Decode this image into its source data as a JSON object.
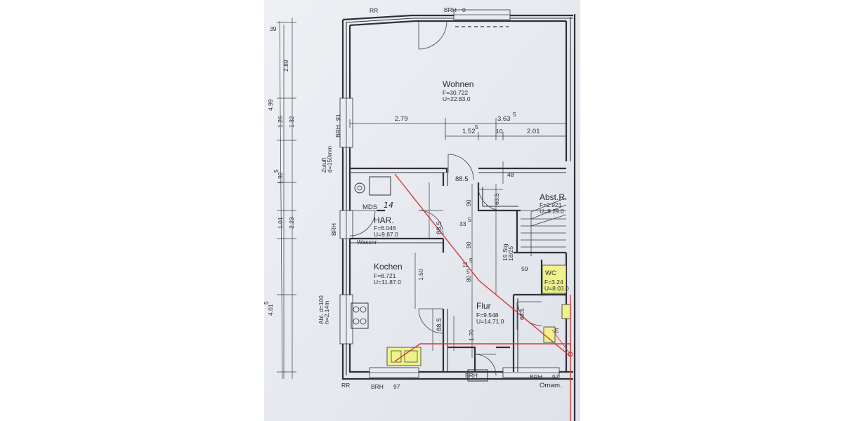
{
  "rooms": [
    {
      "key": "wohnen",
      "name": "Wohnen",
      "f": "F=30.722",
      "u": "U=22.83.0"
    },
    {
      "key": "abst",
      "name": "Abst.R.",
      "f": "F=2.921",
      "u": "U=8.29.0"
    },
    {
      "key": "har",
      "name": "HAR.",
      "f": "F=6.046",
      "u": "U=9.87.0"
    },
    {
      "key": "kochen",
      "name": "Kochen",
      "f": "F=8.721",
      "u": "U=11.87.0"
    },
    {
      "key": "flur",
      "name": "Flur",
      "f": "F=9.548",
      "u": "U=14.71.0"
    },
    {
      "key": "wc",
      "name": "WC",
      "f": "F=3.24",
      "u": "U=8.03.0"
    }
  ],
  "labels": {
    "brh_top": "BRH",
    "brh_top_val": "0",
    "rr_top": "RR",
    "brh_left1": "BRH",
    "brh_left1_val": "91",
    "brh_left2": "BRH",
    "brh_bot1": "BRH",
    "brh_bot1_val": "97",
    "rr_bot": "RR",
    "brh_bot2": "BRH",
    "brh_bot3": "BRH",
    "brh_bot3_val": "97",
    "ornam": "Ornam.",
    "mds": "MDS",
    "mds_num": "14",
    "wasser": "Wasser",
    "zuluft": "Zuluft",
    "zuluft_d": "d=150mm",
    "abl": "Abl. d=100",
    "abl_h": "h=2.14m",
    "stairs": "15 Stg",
    "stairs_ratio": "18/25",
    "e": "E"
  },
  "dimensions": {
    "left_39": "39",
    "left_289": "2.89",
    "left_499": "4.99",
    "left_126": "1.26",
    "left_132": "1.32",
    "left_192": "1.92",
    "left_192_sup": "5",
    "left_101": "1.01",
    "left_223": "2.23",
    "left_401": "4.01",
    "left_401_sup": "5",
    "d_279": "2.79",
    "d_363": "3.63",
    "d_363_sup": "5",
    "d_152": "1.52",
    "d_152_sup": "5",
    "d_10": "10",
    "d_201": "2.01",
    "d_885a": "88.5",
    "d_48": "48",
    "d_635a": "63.5",
    "d_90a": "90",
    "d_885b": "88.5",
    "d_33": "33",
    "d_33_sup": "5",
    "d_90b": "90",
    "d_150": "1.50",
    "d_115": "11",
    "d_115_sup": "5",
    "d_80": "80",
    "d_80_sup": "5",
    "d_59": "59",
    "d_635b": "63.5",
    "d_885c": "88.5",
    "d_170": "1.70"
  }
}
